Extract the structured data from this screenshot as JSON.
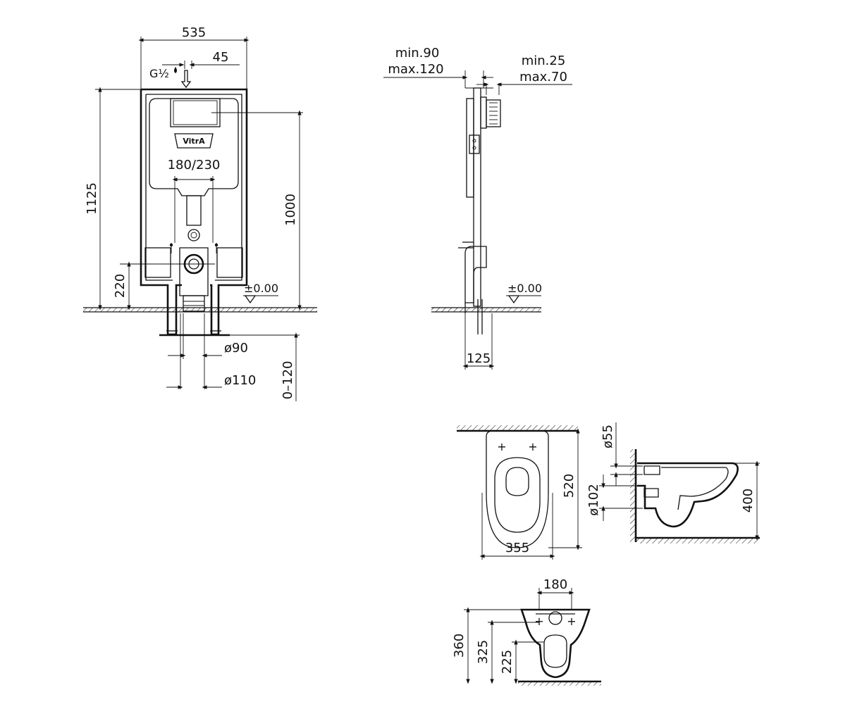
{
  "frame_front": {
    "width": "535",
    "offset": "45",
    "inlet": "G½",
    "logo": "VitrA",
    "outlet_spacing": "180/230",
    "height_total": "1125",
    "height_ref": "1000",
    "height_outlet": "220",
    "floor_level": "±0.00",
    "pipe_small": "ø90",
    "pipe_large": "ø110",
    "adjust_range": "0–120"
  },
  "frame_side": {
    "wall_min_max": "min.90\nmax.120",
    "plate_min_max": "min.25\nmax.70",
    "floor_level": "±0.00",
    "depth": "125"
  },
  "bowl_plan": {
    "width": "355",
    "length": "520"
  },
  "bowl_section": {
    "inlet_diameter": "ø55",
    "outlet_diameter": "ø102",
    "height": "400"
  },
  "bowl_back": {
    "bolt_spacing": "180",
    "h1": "360",
    "h2": "325",
    "h3": "225"
  }
}
